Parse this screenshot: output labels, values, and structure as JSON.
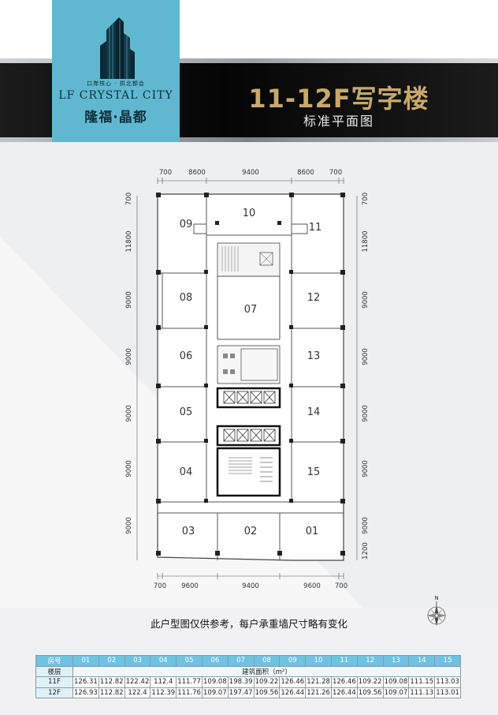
{
  "header": {
    "logo": {
      "tagline": "口岸核心 · 拱北都会",
      "name_en": "LF CRYSTAL CITY",
      "name_cn": "隆福·晶都"
    },
    "title": "11-12F写字楼",
    "subtitle": "标准平面图"
  },
  "plan": {
    "rooms": [
      "01",
      "02",
      "03",
      "04",
      "05",
      "06",
      "07",
      "08",
      "09",
      "10",
      "11",
      "12",
      "13",
      "14",
      "15"
    ],
    "dims_top": [
      "700",
      "8600",
      "9400",
      "8600",
      "700"
    ],
    "dims_bottom": [
      "700",
      "9600",
      "9400",
      "9600",
      "700"
    ],
    "dims_left": [
      "700",
      "11800",
      "9000",
      "9000",
      "9000",
      "9000",
      "9000"
    ],
    "dims_right": [
      "700",
      "11800",
      "9000",
      "9000",
      "9000",
      "9000",
      "9000",
      "1200"
    ]
  },
  "note": "此户型图仅供参考，每户承重墙尺寸略有变化",
  "compass_label": "N",
  "area_table": {
    "col_label": "房号",
    "row_label": "楼层",
    "unit_label": "建筑面积（m²）",
    "units": [
      "01",
      "02",
      "03",
      "04",
      "05",
      "06",
      "07",
      "08",
      "09",
      "10",
      "11",
      "12",
      "13",
      "14",
      "15"
    ],
    "rows": [
      {
        "floor": "11F",
        "values": [
          "126.31",
          "112.82",
          "122.42",
          "112.4",
          "111.77",
          "109.08",
          "198.39",
          "109.22",
          "126.46",
          "121.28",
          "126.46",
          "109.22",
          "109.08",
          "111.15",
          "113.03"
        ]
      },
      {
        "floor": "12F",
        "values": [
          "126.93",
          "112.82",
          "122.4",
          "112.39",
          "111.76",
          "109.07",
          "197.47",
          "109.56",
          "126.44",
          "121.26",
          "126.44",
          "109.56",
          "109.07",
          "111.13",
          "113.01"
        ]
      }
    ]
  },
  "colors": {
    "logo_bg": "#5fb8d0",
    "title_gold": "#c8a96a",
    "table_header": "#6fc2e0"
  }
}
